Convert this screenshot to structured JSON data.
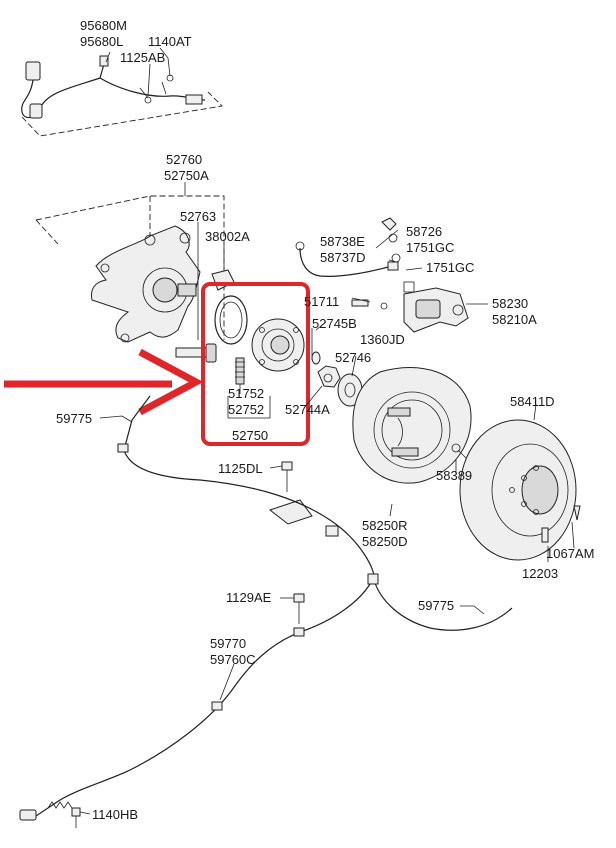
{
  "highlight_color": "#e0262b",
  "labels": {
    "l95680M": "95680M",
    "l95680L": "95680L",
    "l1140AT": "1140AT",
    "l1125AB": "1125AB",
    "l52760": "52760",
    "l52750A": "52750A",
    "l52763": "52763",
    "l38002A": "38002A",
    "l58738E": "58738E",
    "l58737D": "58737D",
    "l58726": "58726",
    "l1751GC_a": "1751GC",
    "l1751GC_b": "1751GC",
    "l51711": "51711",
    "l52745B": "52745B",
    "l1360JD": "1360JD",
    "l58230": "58230",
    "l58210A": "58210A",
    "l52746": "52746",
    "l51752": "51752",
    "l52752": "52752",
    "l52744A": "52744A",
    "l52750": "52750",
    "l58411D": "58411D",
    "l59775_a": "59775",
    "l59775_b": "59775",
    "l1125DL": "1125DL",
    "l58389": "58389",
    "l58250R": "58250R",
    "l58250D": "58250D",
    "l1067AM": "1067AM",
    "l12203": "12203",
    "l1129AE": "1129AE",
    "l59770": "59770",
    "l59760C": "59760C",
    "l1140HB": "1140HB"
  }
}
